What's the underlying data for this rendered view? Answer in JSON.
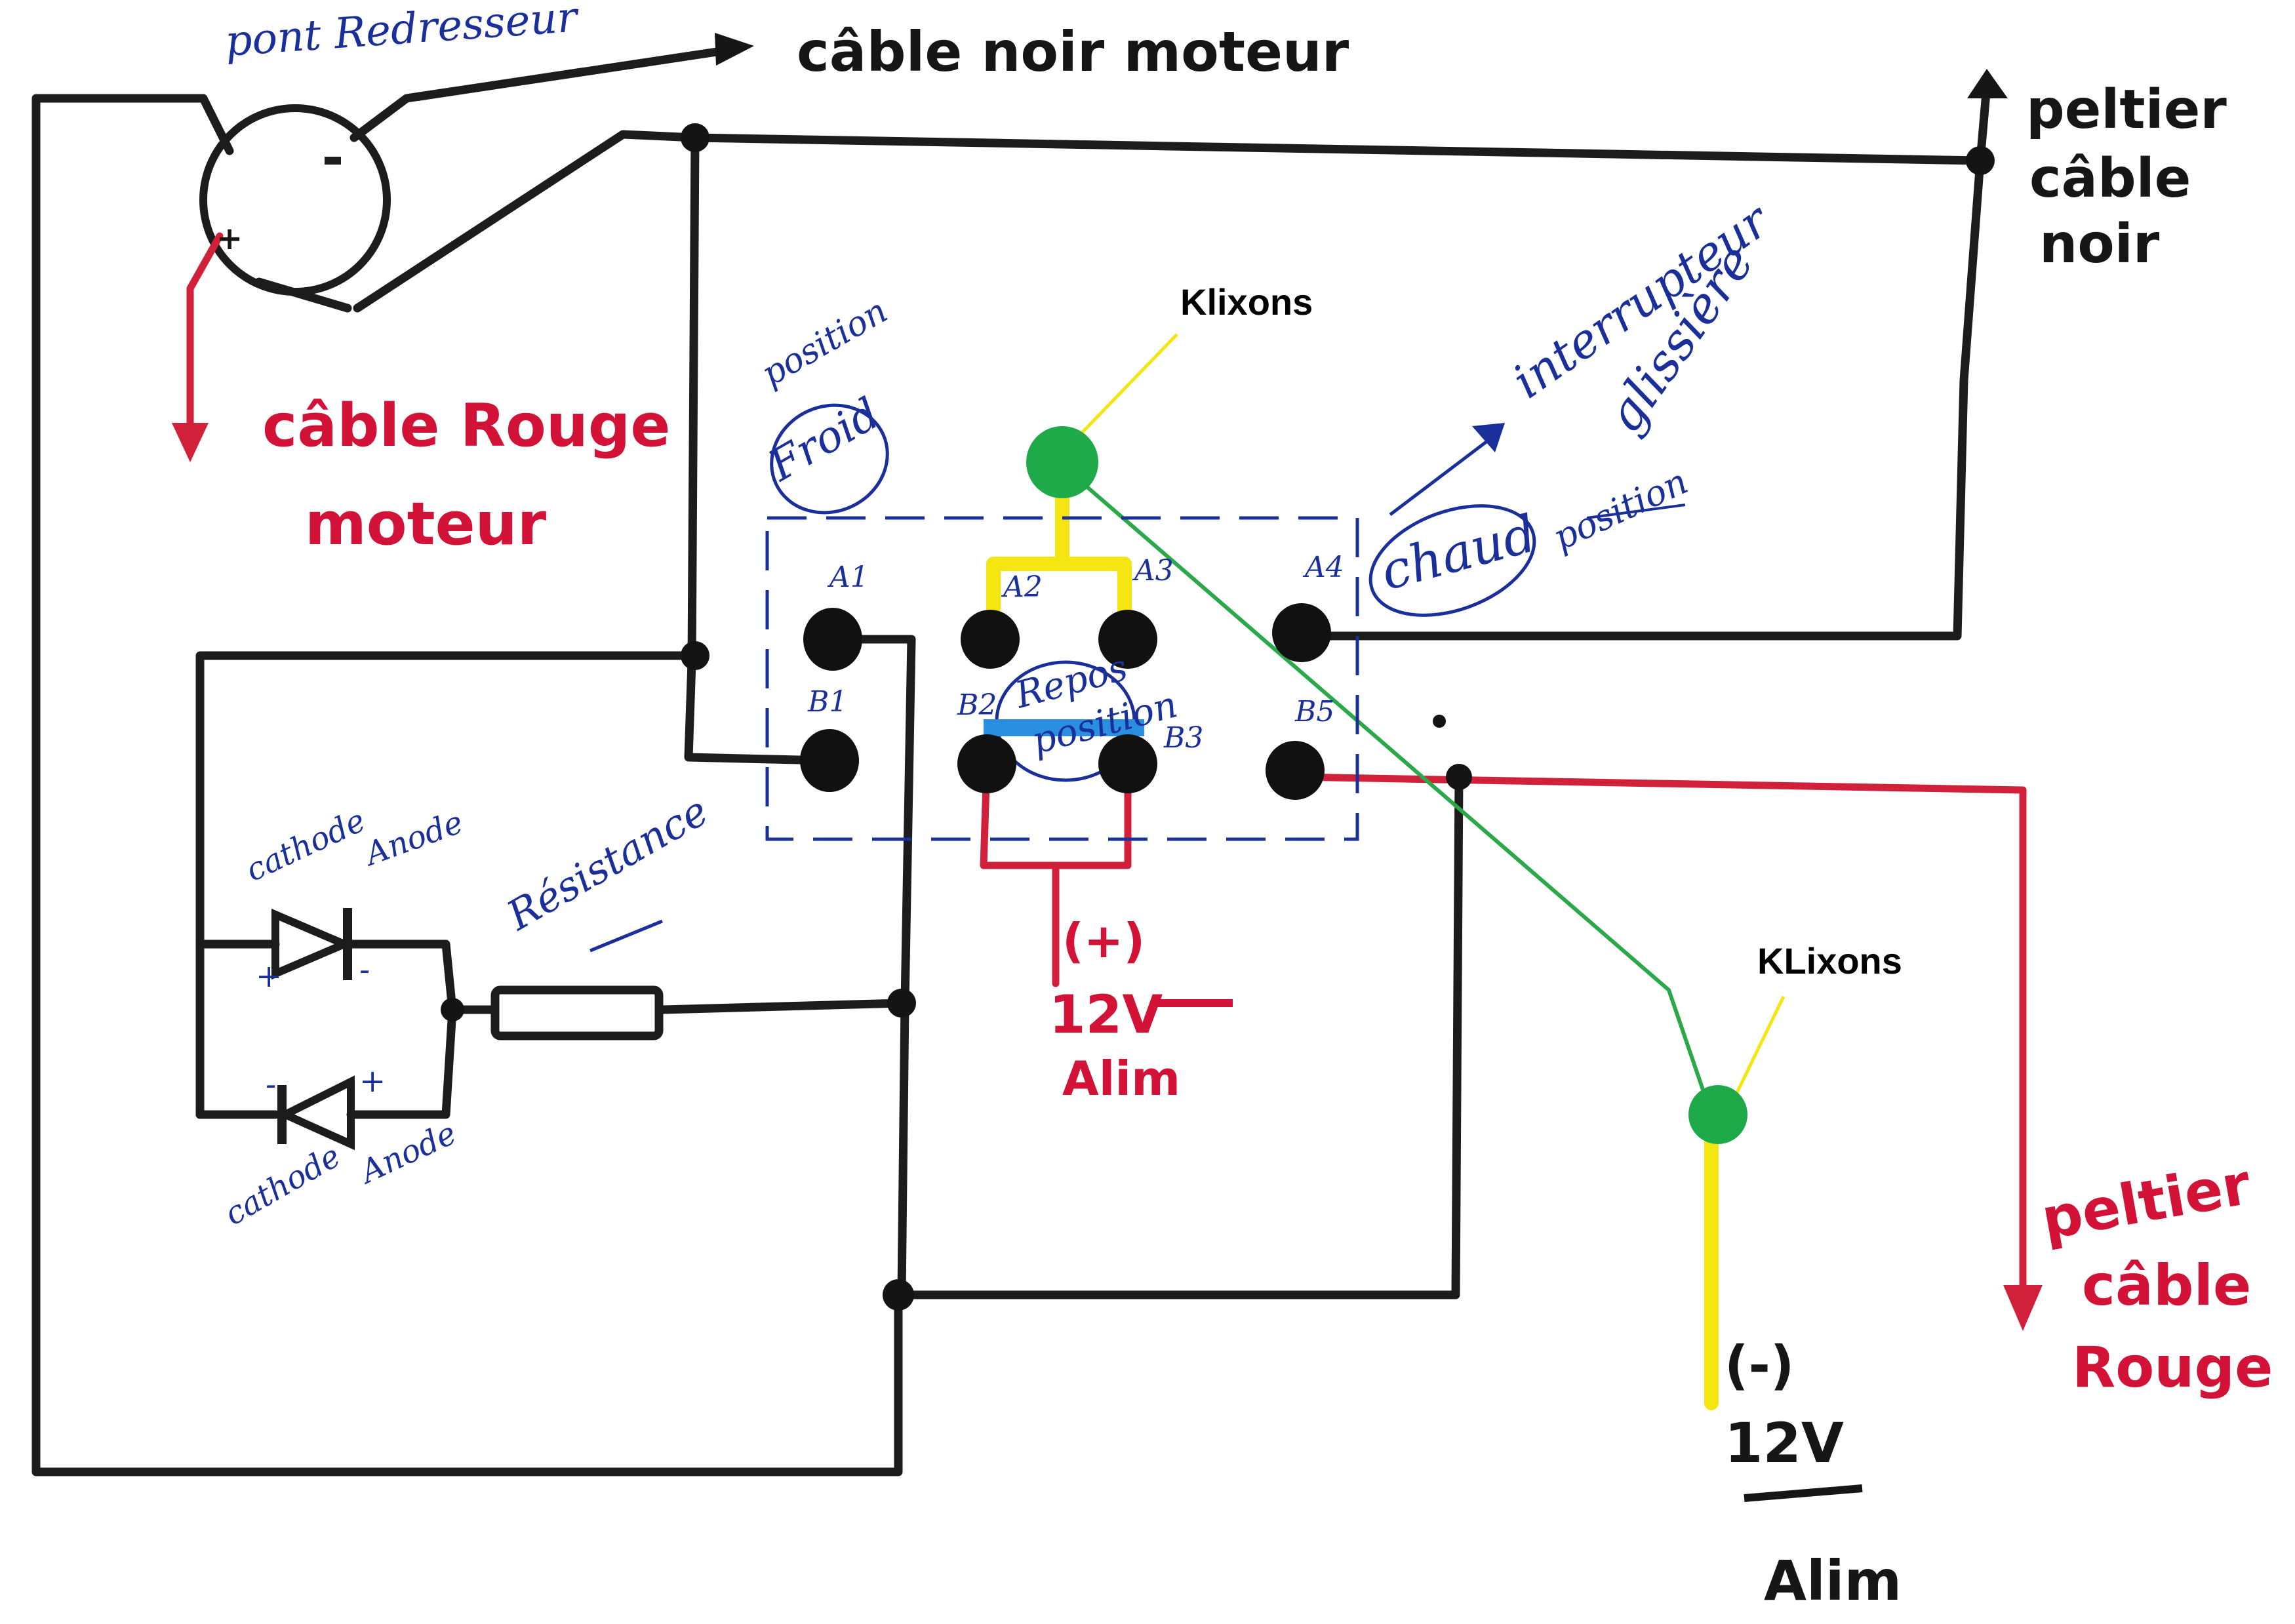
{
  "labels": {
    "pont_redresseur": "pont Redresseur",
    "cable_noir_moteur": "câble noir moteur",
    "cable_rouge_moteur_line1": "câble Rouge",
    "cable_rouge_moteur_line2": "moteur",
    "peltier_noir_line1": "peltier",
    "peltier_noir_line2": "câble",
    "peltier_noir_line3": "noir",
    "peltier_rouge_line1": "peltier",
    "peltier_rouge_line2": "câble",
    "peltier_rouge_line3": "Rouge",
    "klixons_top": "Klixons",
    "klixons_bottom": "KLixons",
    "interrupteur_line1": "interrupteur",
    "interrupteur_line2": "glissière",
    "position_froid_label": "position",
    "froid": "Froid",
    "chaud": "chaud",
    "position_chaud_label": "position",
    "repos_line1": "Repos",
    "repos_line2": "position",
    "terminal_a1": "A1",
    "terminal_a2": "A2",
    "terminal_a3": "A3",
    "terminal_a4": "A4",
    "terminal_b1": "B1",
    "terminal_b2": "B2",
    "terminal_b3": "B3",
    "terminal_b5": "B5",
    "cathode_top": "cathode",
    "anode_top": "Anode",
    "cathode_bottom": "cathode",
    "anode_bottom": "Anode",
    "resistance": "Résistance",
    "plus_alim_line1": "(+)",
    "plus_alim_line2": "12V",
    "plus_alim_line3": "Alim",
    "minus_alim_line1": "(-)",
    "minus_alim_line2": "12V",
    "minus_alim_line3": "Alim",
    "bridge_minus": "-",
    "bridge_plus": "+",
    "diode_top_plus": "+",
    "diode_top_minus": "-",
    "diode_bottom_minus": "-",
    "diode_bottom_plus": "+"
  },
  "colors": {
    "wire_black": "#1c1c1c",
    "wire_red": "#d0203a",
    "wire_yellow": "#f5e511",
    "wire_green": "#2aa84a",
    "klixon_dot": "#1faa4a",
    "ink_blue": "#1a2f9a",
    "highlight_blue": "#2a8fe0"
  }
}
